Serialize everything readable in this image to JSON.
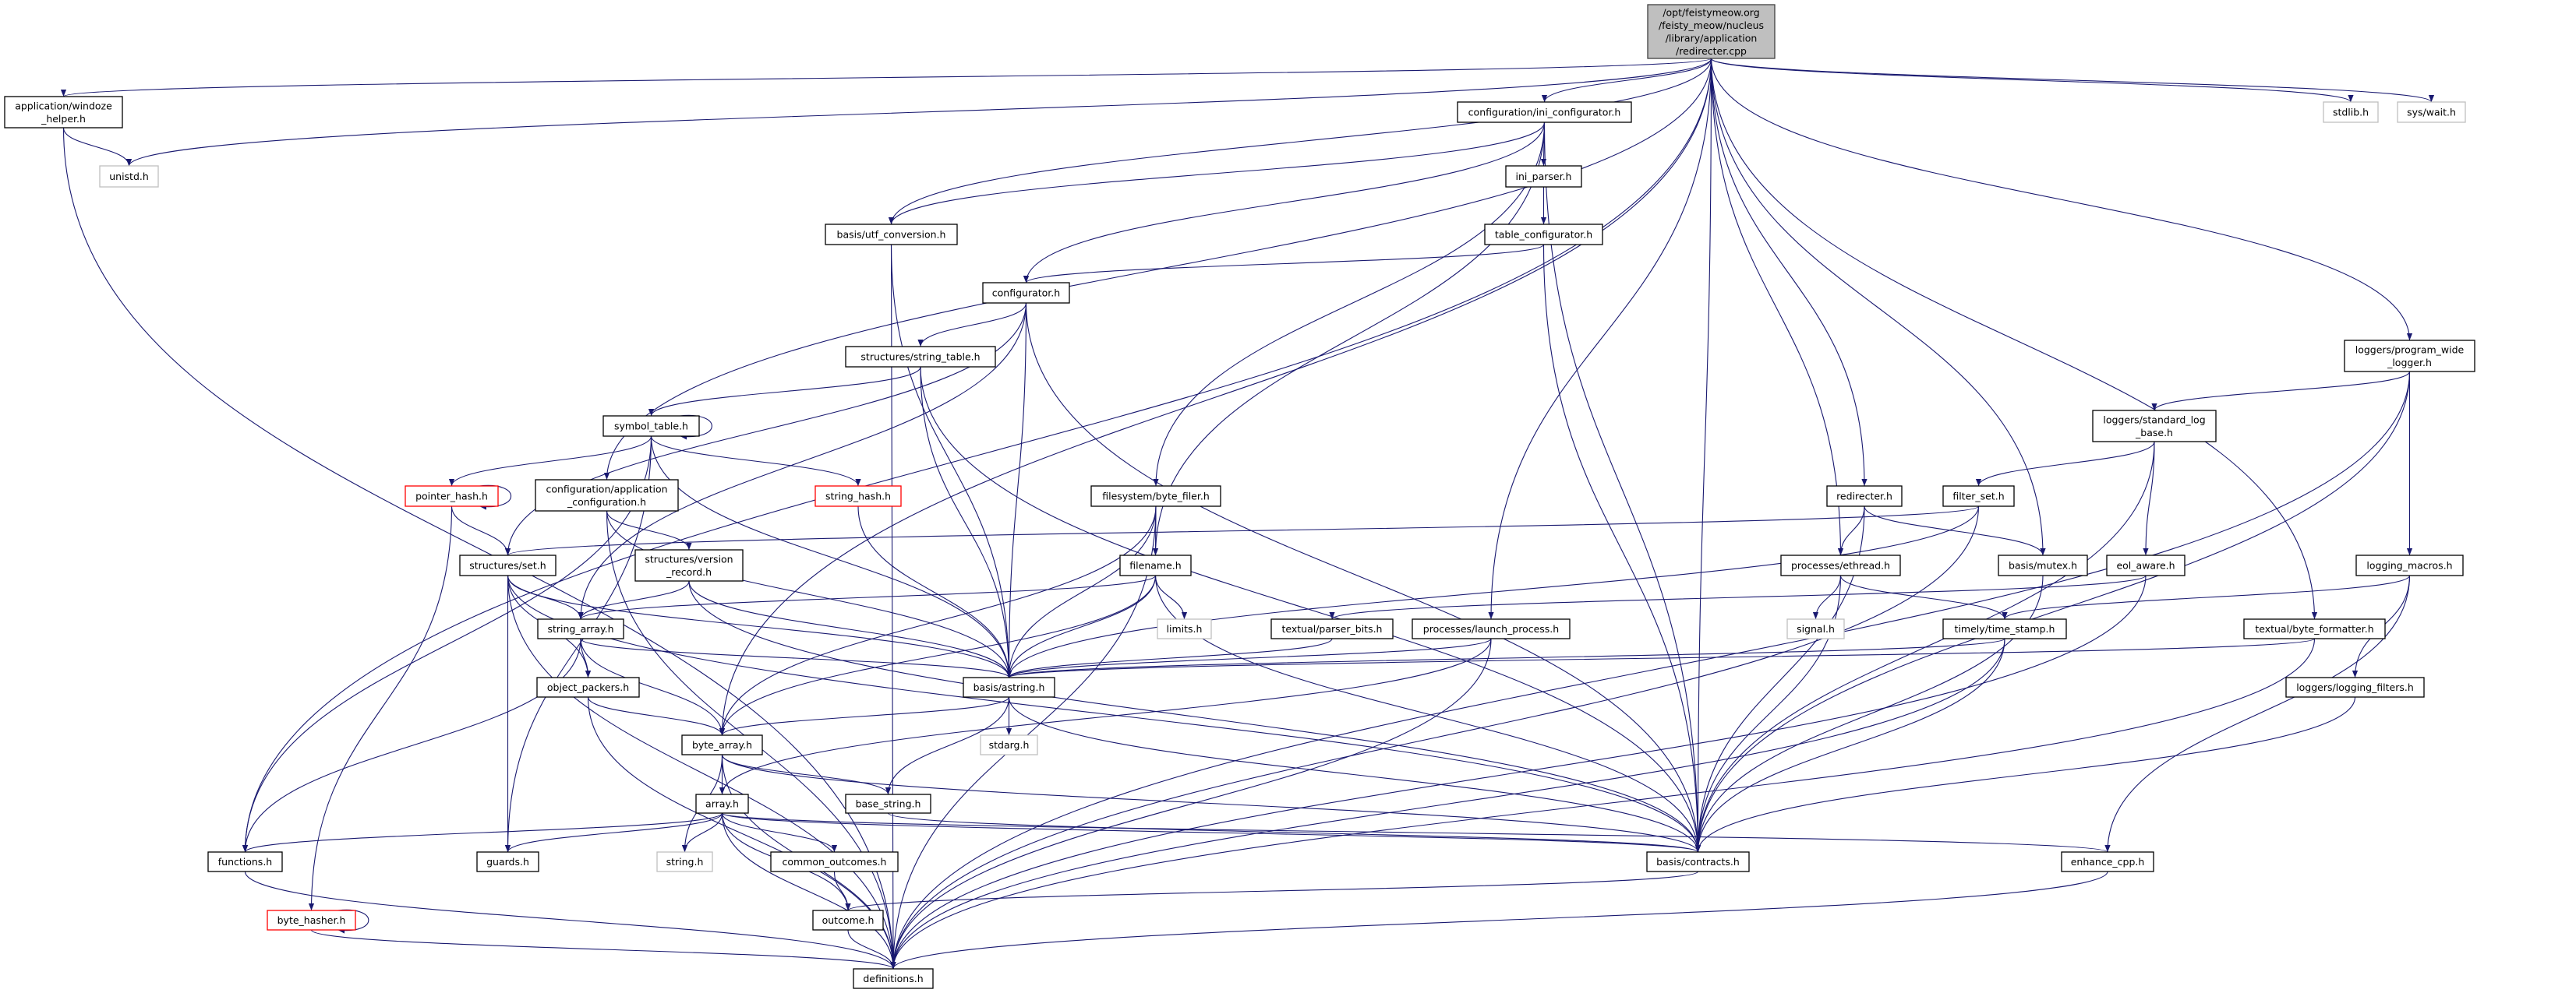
{
  "graph": {
    "edge_color": "#191970",
    "root_fill": "#bfbfbf",
    "truncated_border": "#ff0000",
    "system_border": "#bfbfbf",
    "nodes": [
      {
        "lines": [
          "/opt/feistymeow.org",
          "/feisty_meow/nucleus",
          "/library/application",
          "/redirecter.cpp"
        ],
        "kind": "root"
      },
      {
        "lines": [
          "application/windoze",
          "_helper.h"
        ],
        "kind": "normal"
      },
      {
        "lines": [
          "unistd.h"
        ],
        "kind": "system"
      },
      {
        "lines": [
          "configuration/ini_configurator.h"
        ],
        "kind": "normal"
      },
      {
        "lines": [
          "stdlib.h"
        ],
        "kind": "system"
      },
      {
        "lines": [
          "sys/wait.h"
        ],
        "kind": "system"
      },
      {
        "lines": [
          "ini_parser.h"
        ],
        "kind": "normal"
      },
      {
        "lines": [
          "basis/utf_conversion.h"
        ],
        "kind": "normal"
      },
      {
        "lines": [
          "table_configurator.h"
        ],
        "kind": "normal"
      },
      {
        "lines": [
          "configurator.h"
        ],
        "kind": "normal"
      },
      {
        "lines": [
          "structures/string_table.h"
        ],
        "kind": "normal"
      },
      {
        "lines": [
          "loggers/program_wide",
          "_logger.h"
        ],
        "kind": "normal"
      },
      {
        "lines": [
          "loggers/standard_log",
          "_base.h"
        ],
        "kind": "normal"
      },
      {
        "lines": [
          "symbol_table.h"
        ],
        "kind": "normal"
      },
      {
        "lines": [
          "pointer_hash.h"
        ],
        "kind": "truncated"
      },
      {
        "lines": [
          "configuration/application",
          "_configuration.h"
        ],
        "kind": "normal"
      },
      {
        "lines": [
          "string_hash.h"
        ],
        "kind": "truncated"
      },
      {
        "lines": [
          "filesystem/byte_filer.h"
        ],
        "kind": "normal"
      },
      {
        "lines": [
          "redirecter.h"
        ],
        "kind": "normal"
      },
      {
        "lines": [
          "filter_set.h"
        ],
        "kind": "normal"
      },
      {
        "lines": [
          "structures/set.h"
        ],
        "kind": "normal"
      },
      {
        "lines": [
          "structures/version",
          "_record.h"
        ],
        "kind": "normal"
      },
      {
        "lines": [
          "filename.h"
        ],
        "kind": "normal"
      },
      {
        "lines": [
          "processes/ethread.h"
        ],
        "kind": "normal"
      },
      {
        "lines": [
          "basis/mutex.h"
        ],
        "kind": "normal"
      },
      {
        "lines": [
          "eol_aware.h"
        ],
        "kind": "normal"
      },
      {
        "lines": [
          "logging_macros.h"
        ],
        "kind": "normal"
      },
      {
        "lines": [
          "string_array.h"
        ],
        "kind": "normal"
      },
      {
        "lines": [
          "limits.h"
        ],
        "kind": "system"
      },
      {
        "lines": [
          "textual/parser_bits.h"
        ],
        "kind": "normal"
      },
      {
        "lines": [
          "processes/launch_process.h"
        ],
        "kind": "normal"
      },
      {
        "lines": [
          "signal.h"
        ],
        "kind": "system"
      },
      {
        "lines": [
          "timely/time_stamp.h"
        ],
        "kind": "normal"
      },
      {
        "lines": [
          "textual/byte_formatter.h"
        ],
        "kind": "normal"
      },
      {
        "lines": [
          "object_packers.h"
        ],
        "kind": "normal"
      },
      {
        "lines": [
          "basis/astring.h"
        ],
        "kind": "normal"
      },
      {
        "lines": [
          "loggers/logging_filters.h"
        ],
        "kind": "normal"
      },
      {
        "lines": [
          "byte_array.h"
        ],
        "kind": "normal"
      },
      {
        "lines": [
          "stdarg.h"
        ],
        "kind": "system"
      },
      {
        "lines": [
          "array.h"
        ],
        "kind": "normal"
      },
      {
        "lines": [
          "base_string.h"
        ],
        "kind": "normal"
      },
      {
        "lines": [
          "functions.h"
        ],
        "kind": "normal"
      },
      {
        "lines": [
          "guards.h"
        ],
        "kind": "normal"
      },
      {
        "lines": [
          "string.h"
        ],
        "kind": "system"
      },
      {
        "lines": [
          "common_outcomes.h"
        ],
        "kind": "normal"
      },
      {
        "lines": [
          "basis/contracts.h"
        ],
        "kind": "normal"
      },
      {
        "lines": [
          "enhance_cpp.h"
        ],
        "kind": "normal"
      },
      {
        "lines": [
          "byte_hasher.h"
        ],
        "kind": "truncated"
      },
      {
        "lines": [
          "outcome.h"
        ],
        "kind": "normal"
      },
      {
        "lines": [
          "definitions.h"
        ],
        "kind": "normal"
      }
    ],
    "edges": [
      [
        "/opt/feistymeow.org/feisty_meow/nucleus/library/application/redirecter.cpp",
        "application/windoze_helper.h"
      ],
      [
        "/opt/feistymeow.org/feisty_meow/nucleus/library/application/redirecter.cpp",
        "unistd.h"
      ],
      [
        "/opt/feistymeow.org/feisty_meow/nucleus/library/application/redirecter.cpp",
        "functions.h"
      ],
      [
        "/opt/feistymeow.org/feisty_meow/nucleus/library/application/redirecter.cpp",
        "byte_array.h"
      ],
      [
        "/opt/feistymeow.org/feisty_meow/nucleus/library/application/redirecter.cpp",
        "configuration/application_configuration.h"
      ],
      [
        "/opt/feistymeow.org/feisty_meow/nucleus/library/application/redirecter.cpp",
        "basis/utf_conversion.h"
      ],
      [
        "/opt/feistymeow.org/feisty_meow/nucleus/library/application/redirecter.cpp",
        "configuration/ini_configurator.h"
      ],
      [
        "/opt/feistymeow.org/feisty_meow/nucleus/library/application/redirecter.cpp",
        "processes/launch_process.h"
      ],
      [
        "/opt/feistymeow.org/feisty_meow/nucleus/library/application/redirecter.cpp",
        "processes/ethread.h"
      ],
      [
        "/opt/feistymeow.org/feisty_meow/nucleus/library/application/redirecter.cpp",
        "basis/contracts.h"
      ],
      [
        "/opt/feistymeow.org/feisty_meow/nucleus/library/application/redirecter.cpp",
        "redirecter.h"
      ],
      [
        "/opt/feistymeow.org/feisty_meow/nucleus/library/application/redirecter.cpp",
        "basis/mutex.h"
      ],
      [
        "/opt/feistymeow.org/feisty_meow/nucleus/library/application/redirecter.cpp",
        "textual/byte_formatter.h"
      ],
      [
        "/opt/feistymeow.org/feisty_meow/nucleus/library/application/redirecter.cpp",
        "loggers/program_wide_logger.h"
      ],
      [
        "/opt/feistymeow.org/feisty_meow/nucleus/library/application/redirecter.cpp",
        "stdlib.h"
      ],
      [
        "/opt/feistymeow.org/feisty_meow/nucleus/library/application/redirecter.cpp",
        "sys/wait.h"
      ],
      [
        "application/windoze_helper.h",
        "unistd.h"
      ],
      [
        "application/windoze_helper.h",
        "definitions.h"
      ],
      [
        "configuration/ini_configurator.h",
        "basis/utf_conversion.h"
      ],
      [
        "configuration/ini_configurator.h",
        "configurator.h"
      ],
      [
        "configuration/ini_configurator.h",
        "ini_parser.h"
      ],
      [
        "configuration/ini_configurator.h",
        "filesystem/byte_filer.h"
      ],
      [
        "configuration/ini_configurator.h",
        "filename.h"
      ],
      [
        "configuration/ini_configurator.h",
        "basis/contracts.h"
      ],
      [
        "ini_parser.h",
        "table_configurator.h"
      ],
      [
        "table_configurator.h",
        "configurator.h"
      ],
      [
        "table_configurator.h",
        "basis/contracts.h"
      ],
      [
        "basis/utf_conversion.h",
        "definitions.h"
      ],
      [
        "basis/utf_conversion.h",
        "basis/astring.h"
      ],
      [
        "configurator.h",
        "structures/string_table.h"
      ],
      [
        "configurator.h",
        "structures/set.h"
      ],
      [
        "configurator.h",
        "string_array.h"
      ],
      [
        "configurator.h",
        "basis/astring.h"
      ],
      [
        "configurator.h",
        "basis/contracts.h"
      ],
      [
        "structures/string_table.h",
        "symbol_table.h"
      ],
      [
        "structures/string_table.h",
        "basis/astring.h"
      ],
      [
        "structures/string_table.h",
        "basis/contracts.h"
      ],
      [
        "symbol_table.h",
        "symbol_table.h"
      ],
      [
        "symbol_table.h",
        "pointer_hash.h"
      ],
      [
        "symbol_table.h",
        "string_hash.h"
      ],
      [
        "symbol_table.h",
        "functions.h"
      ],
      [
        "symbol_table.h",
        "guards.h"
      ],
      [
        "symbol_table.h",
        "basis/astring.h"
      ],
      [
        "pointer_hash.h",
        "pointer_hash.h"
      ],
      [
        "pointer_hash.h",
        "structures/set.h"
      ],
      [
        "pointer_hash.h",
        "byte_hasher.h"
      ],
      [
        "string_hash.h",
        "basis/astring.h"
      ],
      [
        "configuration/application_configuration.h",
        "structures/version_record.h"
      ],
      [
        "configuration/application_configuration.h",
        "basis/astring.h"
      ],
      [
        "configuration/application_configuration.h",
        "definitions.h"
      ],
      [
        "structures/set.h",
        "string_array.h"
      ],
      [
        "structures/set.h",
        "object_packers.h"
      ],
      [
        "structures/set.h",
        "guards.h"
      ],
      [
        "structures/set.h",
        "basis/astring.h"
      ],
      [
        "structures/set.h",
        "basis/contracts.h"
      ],
      [
        "structures/set.h",
        "definitions.h"
      ],
      [
        "structures/version_record.h",
        "string_array.h"
      ],
      [
        "structures/version_record.h",
        "basis/astring.h"
      ],
      [
        "structures/version_record.h",
        "basis/contracts.h"
      ],
      [
        "string_array.h",
        "object_packers.h"
      ],
      [
        "string_array.h",
        "byte_array.h"
      ],
      [
        "string_array.h",
        "basis/astring.h"
      ],
      [
        "string_array.h",
        "functions.h"
      ],
      [
        "object_packers.h",
        "byte_array.h"
      ],
      [
        "object_packers.h",
        "definitions.h"
      ],
      [
        "byte_array.h",
        "array.h"
      ],
      [
        "byte_array.h",
        "base_string.h"
      ],
      [
        "byte_array.h",
        "string.h"
      ],
      [
        "byte_array.h",
        "definitions.h"
      ],
      [
        "byte_array.h",
        "basis/contracts.h"
      ],
      [
        "array.h",
        "functions.h"
      ],
      [
        "array.h",
        "guards.h"
      ],
      [
        "array.h",
        "string.h"
      ],
      [
        "array.h",
        "common_outcomes.h"
      ],
      [
        "array.h",
        "outcome.h"
      ],
      [
        "array.h",
        "definitions.h"
      ],
      [
        "array.h",
        "basis/contracts.h"
      ],
      [
        "array.h",
        "enhance_cpp.h"
      ],
      [
        "common_outcomes.h",
        "outcome.h"
      ],
      [
        "outcome.h",
        "definitions.h"
      ],
      [
        "basis/astring.h",
        "byte_array.h"
      ],
      [
        "basis/astring.h",
        "stdarg.h"
      ],
      [
        "basis/astring.h",
        "base_string.h"
      ],
      [
        "basis/astring.h",
        "basis/contracts.h"
      ],
      [
        "base_string.h",
        "basis/contracts.h"
      ],
      [
        "basis/contracts.h",
        "outcome.h"
      ],
      [
        "enhance_cpp.h",
        "definitions.h"
      ],
      [
        "filesystem/byte_filer.h",
        "filename.h"
      ],
      [
        "filesystem/byte_filer.h",
        "basis/astring.h"
      ],
      [
        "filesystem/byte_filer.h",
        "byte_array.h"
      ],
      [
        "filesystem/byte_filer.h",
        "definitions.h"
      ],
      [
        "filename.h",
        "string_array.h"
      ],
      [
        "filename.h",
        "limits.h"
      ],
      [
        "filename.h",
        "basis/astring.h"
      ],
      [
        "filename.h",
        "byte_array.h"
      ],
      [
        "filename.h",
        "basis/contracts.h"
      ],
      [
        "redirecter.h",
        "processes/ethread.h"
      ],
      [
        "redirecter.h",
        "basis/mutex.h"
      ],
      [
        "redirecter.h",
        "basis/contracts.h"
      ],
      [
        "filter_set.h",
        "structures/set.h"
      ],
      [
        "filter_set.h",
        "basis/astring.h"
      ],
      [
        "filter_set.h",
        "definitions.h"
      ],
      [
        "processes/ethread.h",
        "signal.h"
      ],
      [
        "processes/ethread.h",
        "timely/time_stamp.h"
      ],
      [
        "processes/ethread.h",
        "basis/contracts.h"
      ],
      [
        "basis/mutex.h",
        "basis/contracts.h"
      ],
      [
        "eol_aware.h",
        "textual/parser_bits.h"
      ],
      [
        "eol_aware.h",
        "definitions.h"
      ],
      [
        "textual/parser_bits.h",
        "basis/astring.h"
      ],
      [
        "processes/launch_process.h",
        "basis/astring.h"
      ],
      [
        "processes/launch_process.h",
        "array.h"
      ],
      [
        "processes/launch_process.h",
        "definitions.h"
      ],
      [
        "timely/time_stamp.h",
        "basis/astring.h"
      ],
      [
        "timely/time_stamp.h",
        "basis/contracts.h"
      ],
      [
        "timely/time_stamp.h",
        "definitions.h"
      ],
      [
        "textual/byte_formatter.h",
        "basis/astring.h"
      ],
      [
        "textual/byte_formatter.h",
        "definitions.h"
      ],
      [
        "logging_macros.h",
        "timely/time_stamp.h"
      ],
      [
        "logging_macros.h",
        "loggers/logging_filters.h"
      ],
      [
        "logging_macros.h",
        "enhance_cpp.h"
      ],
      [
        "loggers/logging_filters.h",
        "basis/contracts.h"
      ],
      [
        "loggers/program_wide_logger.h",
        "loggers/standard_log_base.h"
      ],
      [
        "loggers/program_wide_logger.h",
        "logging_macros.h"
      ],
      [
        "loggers/program_wide_logger.h",
        "basis/contracts.h"
      ],
      [
        "loggers/program_wide_logger.h",
        "definitions.h"
      ],
      [
        "loggers/standard_log_base.h",
        "filter_set.h"
      ],
      [
        "loggers/standard_log_base.h",
        "eol_aware.h"
      ],
      [
        "loggers/standard_log_base.h",
        "basis/contracts.h"
      ],
      [
        "byte_hasher.h",
        "byte_hasher.h"
      ],
      [
        "byte_hasher.h",
        "definitions.h"
      ],
      [
        "functions.h",
        "definitions.h"
      ]
    ]
  }
}
